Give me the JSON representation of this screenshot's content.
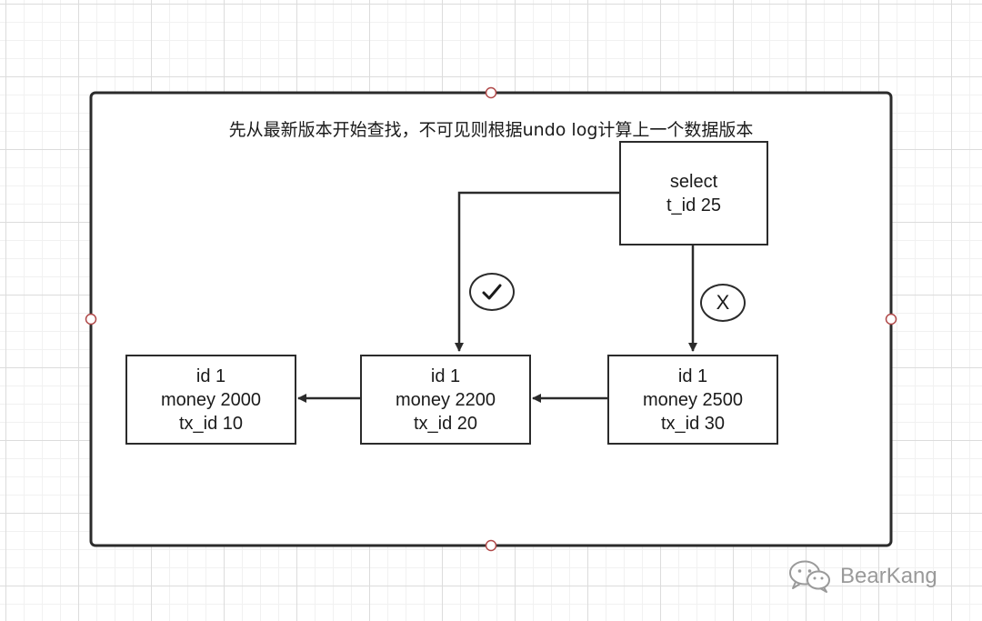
{
  "frame": {
    "title": "先从最新版本开始查找，不可见则根据undo log计算上一个数据版本"
  },
  "query": {
    "line1": "select",
    "line2": "t_id 25"
  },
  "versions": [
    {
      "line1": "id 1",
      "line2": "money 2000",
      "line3": "tx_id 10"
    },
    {
      "line1": "id 1",
      "line2": "money 2200",
      "line3": "tx_id 20"
    },
    {
      "line1": "id 1",
      "line2": "money 2500",
      "line3": "tx_id 30"
    }
  ],
  "badges": {
    "visible_mark": "check-icon",
    "invisible_label": "X"
  },
  "watermark": {
    "icon": "wechat-icon",
    "text": "BearKang"
  }
}
